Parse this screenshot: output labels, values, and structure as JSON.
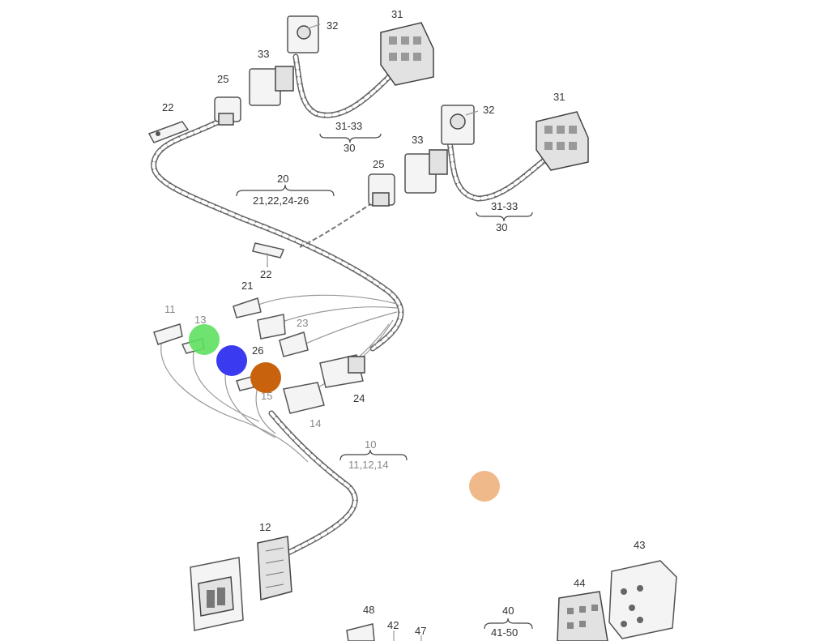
{
  "labels": {
    "l22a": "22",
    "l25a": "25",
    "l33a": "33",
    "l32a": "32",
    "l31a": "31",
    "l31_33a": "31-33",
    "l30a": "30",
    "l20": "20",
    "l21_26": "21,22,24-26",
    "l25b": "25",
    "l33b": "33",
    "l32b": "32",
    "l31b": "31",
    "l31_33b": "31-33",
    "l30b": "30",
    "l22b": "22",
    "l21": "21",
    "l23": "23",
    "l11": "11",
    "l13": "13",
    "l26": "26",
    "l15": "15",
    "l24": "24",
    "l14": "14",
    "l10": "10",
    "l11_14": "11,12,14",
    "l12": "12",
    "l43": "43",
    "l44": "44",
    "l40": "40",
    "l41_50": "41-50",
    "l48": "48",
    "l42": "42",
    "l47": "47"
  },
  "markers": [
    {
      "name": "green-marker",
      "color": "#5fe05f"
    },
    {
      "name": "blue-marker",
      "color": "#3a3af0"
    },
    {
      "name": "orange-marker",
      "color": "#c8620c"
    },
    {
      "name": "peach-marker",
      "color": "#f0b98a"
    }
  ]
}
